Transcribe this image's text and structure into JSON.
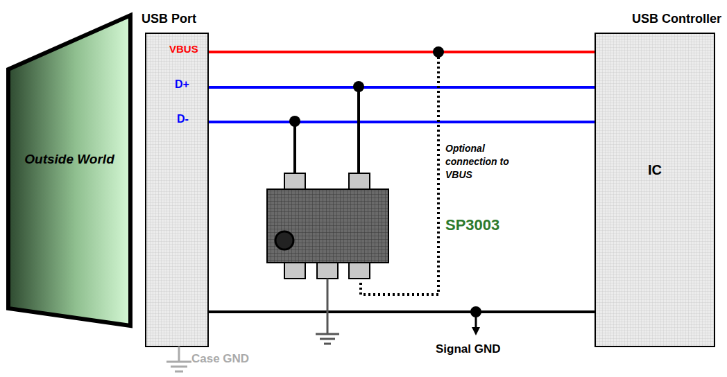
{
  "diagram": {
    "nodes": [
      {
        "text": [
          "Outside World"
        ]
      },
      {
        "text": [
          "USB Port"
        ]
      },
      {
        "text": [
          "USB Controller",
          "IC"
        ]
      }
    ],
    "edges": [
      {
        "from": 1,
        "to": 2,
        "arrow": "none"
      },
      {
        "from": 1,
        "to": 2,
        "arrow": "none"
      },
      {
        "from": 1,
        "to": 2,
        "arrow": "none"
      },
      {
        "from": 1,
        "to": 2,
        "arrow": "none"
      }
    ],
    "labels": [
      "VBUS",
      "D+",
      "D-",
      "Optional connection to VBUS",
      "SP3003",
      "Case GND",
      "Signal GND"
    ]
  }
}
